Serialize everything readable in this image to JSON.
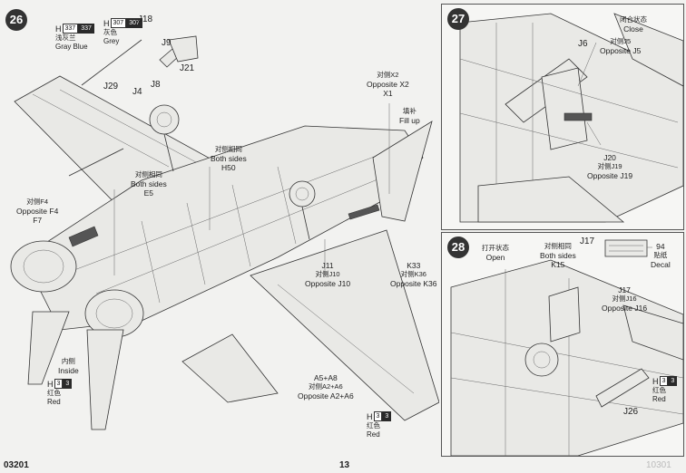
{
  "steps": {
    "s26": "26",
    "s27": "27",
    "s28": "28"
  },
  "panel26": {
    "paint_gray": {
      "letter": "H",
      "w": "337",
      "b": "337",
      "cn": "浅灰兰",
      "en": "Gray Blue"
    },
    "paint_grey": {
      "letter": "H",
      "w": "307",
      "b": "307",
      "cn": "灰色",
      "en": "Grey"
    },
    "parts": {
      "j18": "J18",
      "j9": "J9",
      "j21": "J21",
      "j29": "J29",
      "j4": "J4",
      "j8": "J8",
      "x1": "X1",
      "x2_cn": "对侧X2",
      "x2_en": "Opposite X2",
      "fill_cn": "填补",
      "fill_en": "Fill up",
      "h50_cn": "对侧相同",
      "h50_en": "Both sides",
      "h50": "H50",
      "e5_cn": "对侧相同",
      "e5_en": "Both sides",
      "e5": "E5",
      "f4_cn": "对侧F4",
      "f4_en": "Opposite F4",
      "f7": "F7",
      "j11": "J11",
      "j10_cn": "对侧J10",
      "j10_en": "Opposite J10",
      "k33": "K33",
      "k36_cn": "对侧K36",
      "k36_en": "Opposite K36",
      "inside_cn": "内侧",
      "inside_en": "Inside",
      "a5": "A5+A8",
      "a2_cn": "对侧A2+A6",
      "a2_en": "Opposite A2+A6"
    },
    "paint_red1": {
      "letter": "H",
      "w": "3",
      "b": "3",
      "cn": "红色",
      "en": "Red"
    },
    "paint_red2": {
      "letter": "H",
      "w": "3",
      "b": "3",
      "cn": "红色",
      "en": "Red"
    }
  },
  "panel27": {
    "close_cn": "闭合状态",
    "close_en": "Close",
    "j6": "J6",
    "j5_cn": "对侧J5",
    "j5_en": "Opposite J5",
    "j20": "J20",
    "j19_cn": "对侧J19",
    "j19_en": "Opposite J19"
  },
  "panel28": {
    "open_cn": "打开状态",
    "open_en": "Open",
    "k15_cn": "对侧相同",
    "k15_en": "Both sides",
    "k15": "K15",
    "j17_top": "J17",
    "decal_num": "94",
    "decal_cn": "贴纸",
    "decal_en": "Decal",
    "j17": "J17",
    "j16_cn": "对侧J16",
    "j16_en": "Opposite J16",
    "j26": "J26",
    "paint_red": {
      "letter": "H",
      "w": "3",
      "b": "3",
      "cn": "红色",
      "en": "Red"
    }
  },
  "footer": {
    "code": "03201",
    "page": "13",
    "code_right": "10301"
  }
}
